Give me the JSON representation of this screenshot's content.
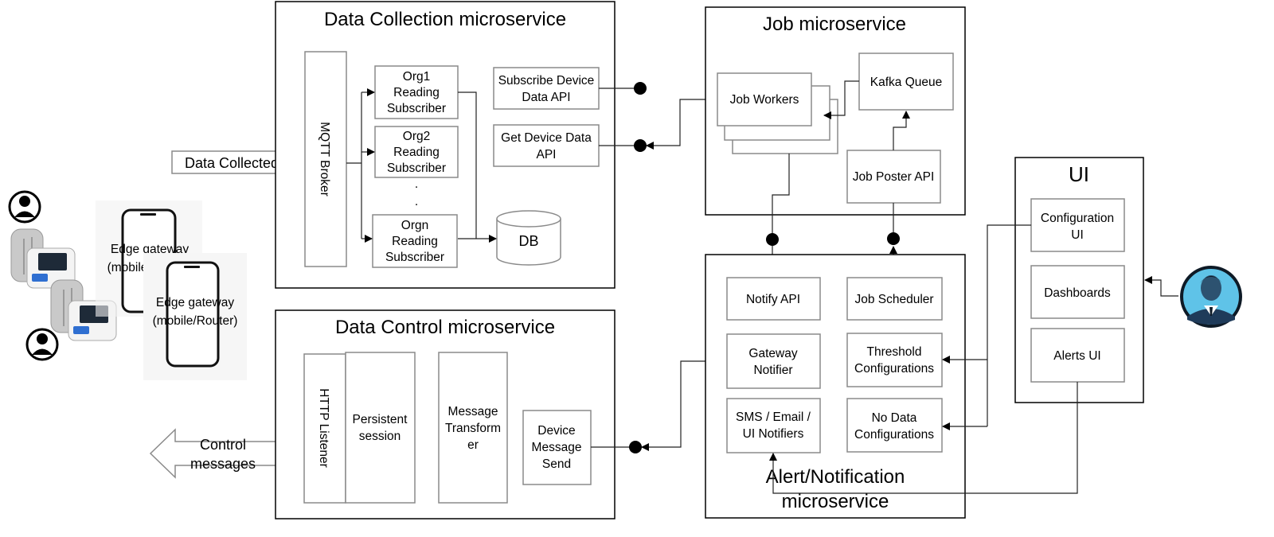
{
  "data_collection": {
    "title": "Data Collection microservice",
    "mqtt_broker": "MQTT Broker",
    "org1": [
      "Org1",
      "Reading",
      "Subscriber"
    ],
    "org2": [
      "Org2",
      "Reading",
      "Subscriber"
    ],
    "orgn": [
      "Orgn",
      "Reading",
      "Subscriber"
    ],
    "ellipsis_dots": ".",
    "subscribe_api": [
      "Subscribe Device",
      "Data API"
    ],
    "get_api": [
      "Get Device Data",
      "API"
    ],
    "db": "DB"
  },
  "data_control": {
    "title": "Data Control microservice",
    "http_listener": "HTTP Listener",
    "persistent_session": [
      "Persistent",
      "session"
    ],
    "message_transformer": [
      "Message",
      "Transform",
      "er"
    ],
    "device_message_send": [
      "Device",
      "Message",
      "Send"
    ]
  },
  "job": {
    "title": "Job microservice",
    "job_workers": "Job Workers",
    "kafka_queue": "Kafka Queue",
    "job_poster_api": "Job Poster API"
  },
  "alert": {
    "title": [
      "Alert/Notification",
      "microservice"
    ],
    "notify_api": "Notify API",
    "job_scheduler": "Job Scheduler",
    "gateway_notifier": [
      "Gateway",
      "Notifier"
    ],
    "threshold_configurations": [
      "Threshold",
      "Configurations"
    ],
    "sms_email_ui": [
      "SMS / Email /",
      "UI Notifiers"
    ],
    "no_data_configurations": [
      "No Data",
      "Configurations"
    ]
  },
  "ui": {
    "title": "UI",
    "configuration_ui": [
      "Configuration",
      "UI"
    ],
    "dashboards": "Dashboards",
    "alerts_ui": "Alerts UI"
  },
  "left": {
    "data_collected": "Data Collected",
    "control_messages": [
      "Control",
      "messages"
    ],
    "edge_gateway_back": [
      "Edge gateway",
      "(mobile/Router)"
    ],
    "edge_gateway_front": [
      "Edge gateway",
      "(mobile/Router)"
    ]
  },
  "colors": {
    "admin_avatar_bg": "#5fc3e8",
    "admin_suit": "#1f3b5a",
    "device_gray": "#c9c9c9",
    "device_screen": "#1e2a38"
  }
}
